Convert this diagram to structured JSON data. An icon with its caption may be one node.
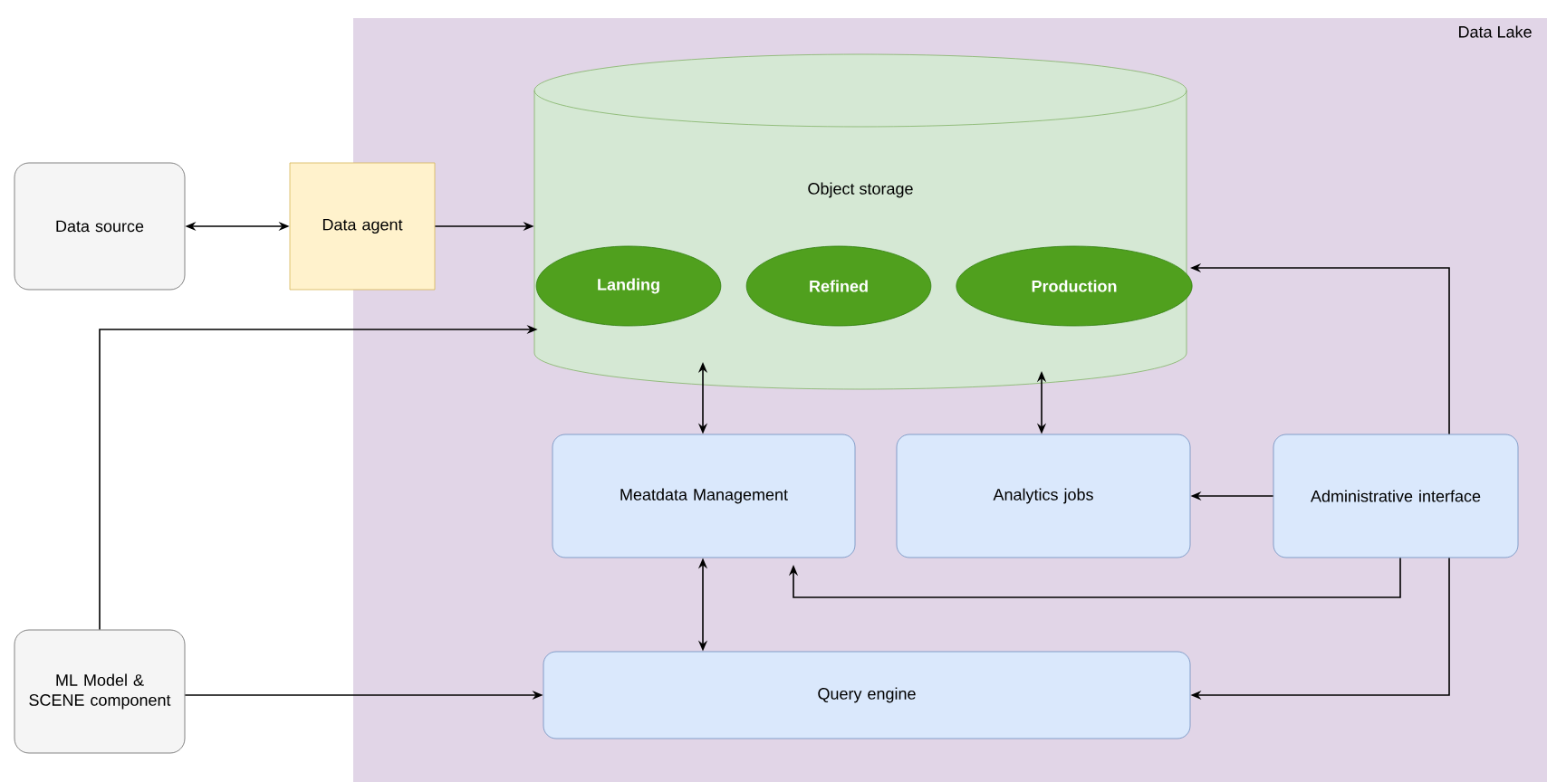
{
  "diagram": {
    "nodes": [
      {
        "text": [
          "Data Lake"
        ]
      },
      {
        "text": [
          "Data source"
        ]
      },
      {
        "text": [
          "Data agent"
        ]
      },
      {
        "text": [
          "Object storage"
        ],
        "in": 0
      },
      {
        "text": [
          "Landing"
        ],
        "in": 3
      },
      {
        "text": [
          "Refined"
        ],
        "in": 3
      },
      {
        "text": [
          "Production"
        ],
        "in": 3
      },
      {
        "text": [
          "Meatdata Management"
        ],
        "in": 0
      },
      {
        "text": [
          "Analytics jobs"
        ],
        "in": 0
      },
      {
        "text": [
          "Administrative interface"
        ],
        "in": 0
      },
      {
        "text": [
          "Query engine"
        ],
        "in": 0
      },
      {
        "text": [
          "ML Model & SCENE component"
        ]
      }
    ],
    "edges": [
      {
        "from": 1,
        "to": 2,
        "arrow": "both"
      },
      {
        "from": 2,
        "to": 3,
        "arrow": "to"
      },
      {
        "from": 11,
        "to": 3,
        "arrow": "to"
      },
      {
        "from": 3,
        "to": 7,
        "arrow": "both"
      },
      {
        "from": 3,
        "to": 8,
        "arrow": "both"
      },
      {
        "from": 9,
        "to": 8,
        "arrow": "to"
      },
      {
        "from": 9,
        "to": 7,
        "arrow": "to"
      },
      {
        "from": 9,
        "to": 3,
        "arrow": "to"
      },
      {
        "from": 9,
        "to": 10,
        "arrow": "to"
      },
      {
        "from": 7,
        "to": 10,
        "arrow": "both"
      },
      {
        "from": 11,
        "to": 10,
        "arrow": "to"
      }
    ]
  }
}
